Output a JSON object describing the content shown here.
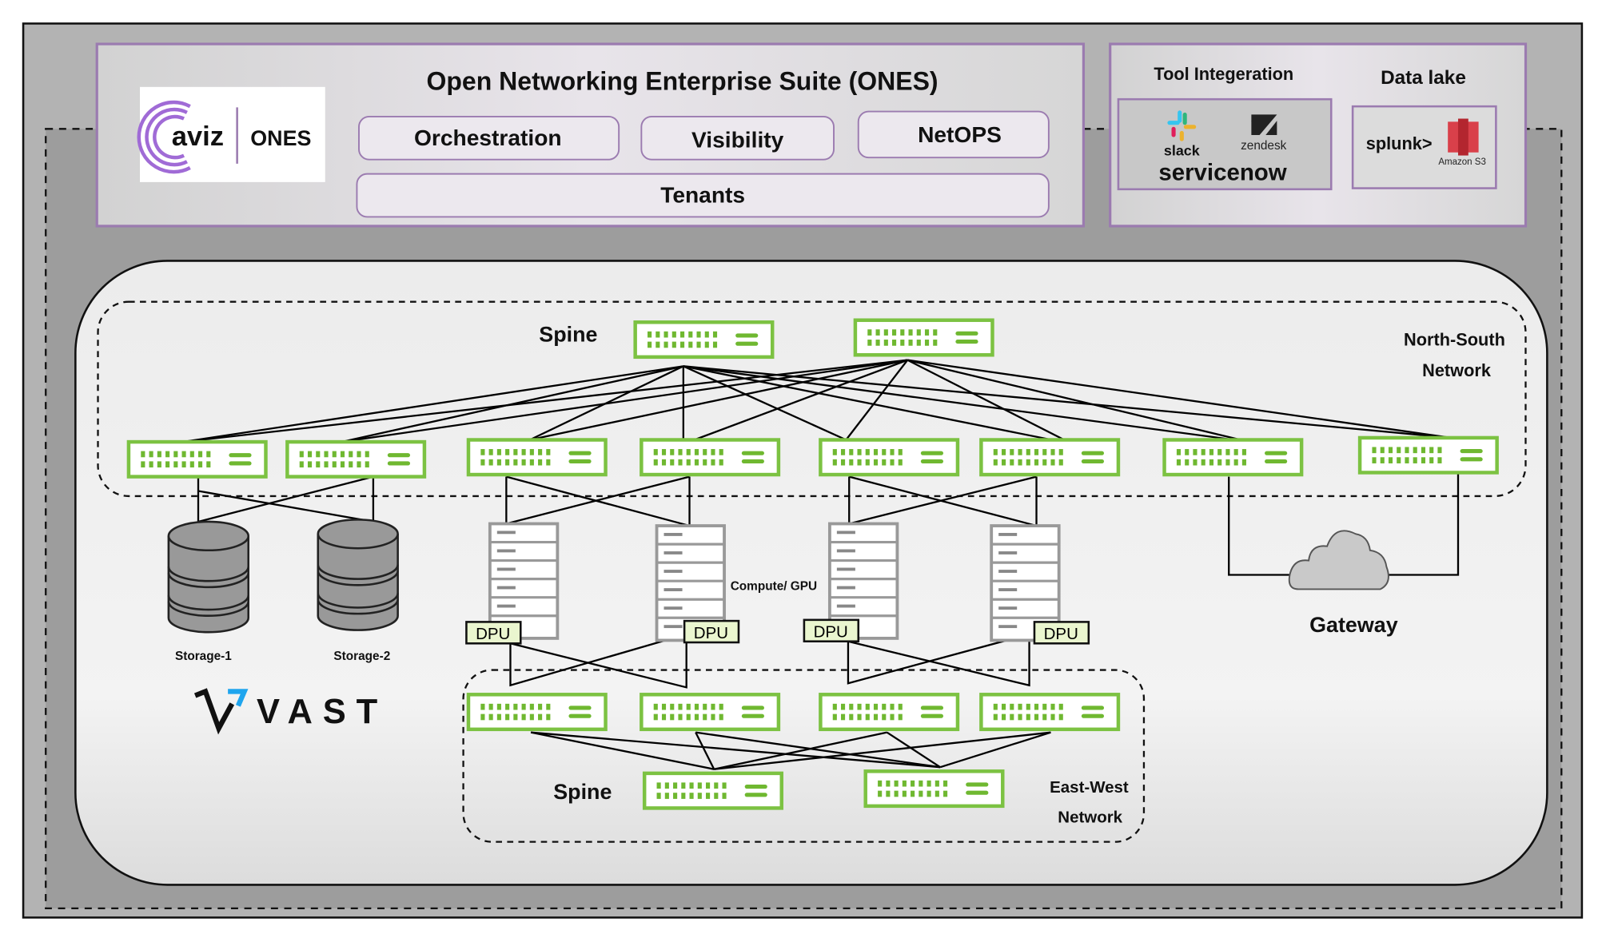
{
  "suite": {
    "title": "Open Networking Enterprise Suite (ONES)",
    "logo_brand": "aviz",
    "logo_product": "ONES",
    "modules": [
      "Orchestration",
      "Visibility",
      "NetOPS"
    ],
    "tenants": "Tenants"
  },
  "integrations": {
    "tool_title": "Tool Integeration",
    "tools": [
      "slack",
      "zendesk",
      "servicenow"
    ],
    "datalake_title": "Data lake",
    "datalake": [
      "splunk>",
      "Amazon S3"
    ]
  },
  "north_south": {
    "spine_label": "Spine",
    "network_label_1": "North-South",
    "network_label_2": "Network",
    "leaf_count": 8
  },
  "storage": {
    "items": [
      "Storage-1",
      "Storage-2"
    ],
    "vendor": "VAST"
  },
  "compute": {
    "label": "Compute/ GPU",
    "dpu_label": "DPU"
  },
  "gateway": {
    "label": "Gateway"
  },
  "east_west": {
    "spine_label": "Spine",
    "network_label_1": "East-West",
    "network_label_2": "Network"
  },
  "colors": {
    "switch_green": "#7cc242",
    "frame_purple": "#9b7bb0",
    "dpu_fill": "#eaf6cf"
  }
}
